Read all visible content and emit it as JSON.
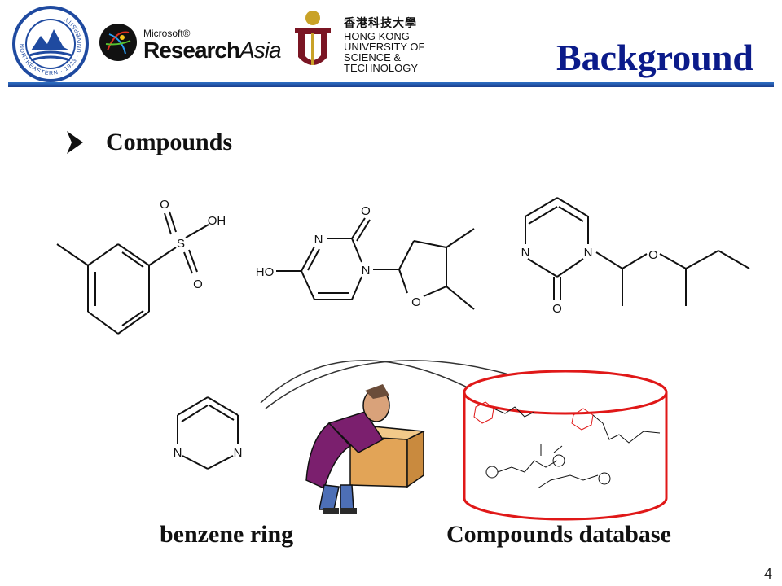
{
  "slide": {
    "title": "Background",
    "bullet": "Compounds",
    "page_number": "4"
  },
  "logos": {
    "neu_ring_text": "NORTHEASTERN · 1923 · UNIVERSITY",
    "ms_small": "Microsoft®",
    "ms_research": "Research",
    "ms_asia": "Asia",
    "hkust_zh": "香港科技大學",
    "hkust_en": [
      "HONG KONG",
      "UNIVERSITY OF",
      "SCIENCE &",
      "TECHNOLOGY"
    ]
  },
  "captions": {
    "left": "benzene ring",
    "right": "Compounds database"
  },
  "atoms": {
    "o": "O",
    "oh": "OH",
    "s": "S",
    "n": "N",
    "ho": "HO"
  },
  "colors": {
    "title": "#0b1b8a",
    "rule": "#2d6fc4",
    "database": "#e01818"
  }
}
